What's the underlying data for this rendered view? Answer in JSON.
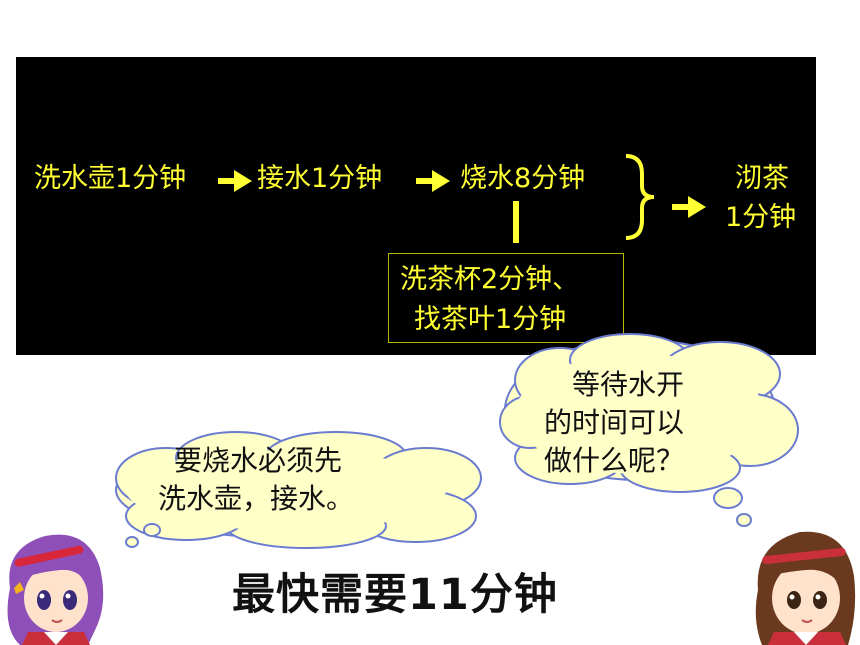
{
  "diagram": {
    "step1": "洗水壶1分钟",
    "step2": "接水1分钟",
    "step3": "烧水8分钟",
    "final_line1": "沏茶",
    "final_line2": "1分钟",
    "parallel_line1": "洗茶杯2分钟、",
    "parallel_line2": "找茶叶1分钟"
  },
  "bubbles": {
    "left_line1": "要烧水必须先",
    "left_line2": "洗水壶，接水。",
    "right_line1": "等待水开",
    "right_line2": "的时间可以",
    "right_line3": "做什么呢？"
  },
  "headline": "最快需要11分钟",
  "colors": {
    "panel": "#000000",
    "text_yellow": "#ffff33",
    "cloud_fill": "#ffffc8",
    "cloud_stroke": "#6a7bd0"
  }
}
